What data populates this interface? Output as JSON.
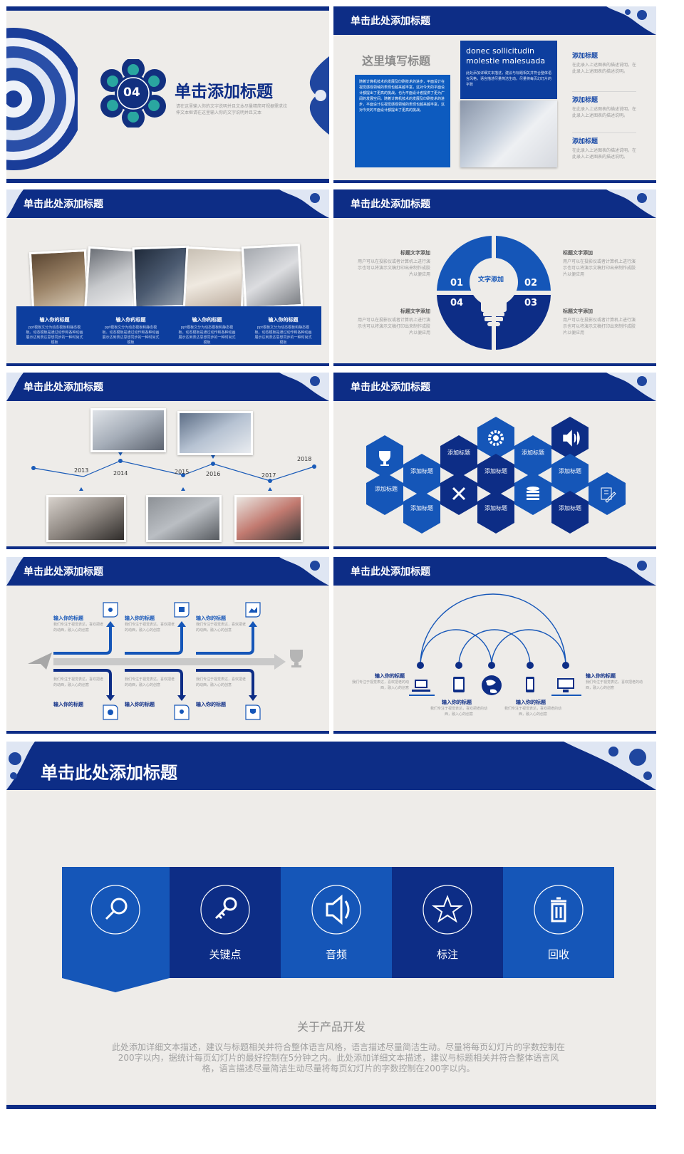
{
  "slide1": {
    "badge": "04",
    "title": "单击添加标题",
    "subtitle": "请在这里输入你的文字说明并且文本尽量精简可视据需求拉伸文本框请在这里输入你的文字说明并且文本"
  },
  "slide2": {
    "header": "单击此处添加标题",
    "big_title": "这里填写标题",
    "body": "随着计算机技术的发展及印刷技术的进步，平面设计在视觉感观领域的表现也越来越丰富，这对今天的平面设计都提出了更高的挑战，也为平面设计者提供了更为广阔的发展空间。随着计算机技术的发展及印刷技术的进步，平面设计在视觉感观领域的表现也越来越丰富，这对今天的平面设计都提出了更高的挑战。",
    "english": "donec sollicitudin molestie malesuada",
    "english_desc": "此处添加详细文本描述，建议与标题相关并符合整体语言风格，语言描述尽量简洁生动。尽量将每页幻灯片的字数",
    "items": [
      {
        "title": "添加标题",
        "desc": "在此录入上述图表的描述说明，在此录入上述图表的描述说明。"
      },
      {
        "title": "添加标题",
        "desc": "在此录入上述图表的描述说明，在此录入上述图表的描述说明。"
      },
      {
        "title": "添加标题",
        "desc": "在此录入上述图表的描述说明，在此录入上述图表的描述说明。"
      }
    ]
  },
  "slide3": {
    "header": "单击此处添加标题",
    "items": [
      {
        "title": "输入你的标题",
        "desc": "ppt模板文分为动态模板和静态模板。动态模板是通过动作和各种动画展示达到表达思想同步的一种时尚式模板"
      },
      {
        "title": "输入你的标题",
        "desc": "ppt模板文分为动态模板和静态模板。动态模板是通过动作和各种动画展示达到表达思想同步的一种时尚式模板"
      },
      {
        "title": "输入你的标题",
        "desc": "ppt模板文分为动态模板和静态模板。动态模板是通过动作和各种动画展示达到表达思想同步的一种时尚式模板"
      },
      {
        "title": "输入你的标题",
        "desc": "ppt模板文分为动态模板和静态模板。动态模板是通过动作和各种动画展示达到表达思想同步的一种时尚式模板"
      }
    ]
  },
  "slide4": {
    "header": "单击此处添加标题",
    "center": "文字添加",
    "nums": [
      "01",
      "02",
      "04",
      "03"
    ],
    "items": [
      {
        "title": "标题文字添加",
        "desc": "用户可以在投影仪或者计算机上进行演示也可以将演示文稿打印出来制作成胶片以便应用"
      },
      {
        "title": "标题文字添加",
        "desc": "用户可以在投影仪或者计算机上进行演示也可以将演示文稿打印出来制作成胶片以便应用"
      },
      {
        "title": "标题文字添加",
        "desc": "用户可以在投影仪或者计算机上进行演示也可以将演示文稿打印出来制作成胶片以便应用"
      },
      {
        "title": "标题文字添加",
        "desc": "用户可以在投影仪或者计算机上进行演示也可以将演示文稿打印出来制作成胶片以便应用"
      }
    ]
  },
  "slide5": {
    "header": "单击此处添加标题",
    "years": [
      "2013",
      "2014",
      "2015",
      "2016",
      "2017",
      "2018"
    ]
  },
  "slide6": {
    "header": "单击此处添加标题",
    "label": "添加标题",
    "icons": [
      "trophy-icon",
      "gear-icon",
      "speaker-icon",
      "tools-icon",
      "database-icon",
      "edit-icon"
    ]
  },
  "slide7": {
    "header": "单击此处添加标题",
    "label": "输入你的标题",
    "desc": "我们专注于视觉表达，喜欢把老的动西，融入心的创意"
  },
  "slide8": {
    "header": "单击此处添加标题",
    "label": "输入你的标题",
    "desc": "我们专注于视觉表达，喜欢把老的动西，融入心的创意"
  },
  "slide9": {
    "header": "单击此处添加标题",
    "boxes": [
      "",
      "关键点",
      "音频",
      "标注",
      "回收"
    ],
    "about_title": "关于产品开发",
    "about_desc": "此处添加详细文本描述，建议与标题相关并符合整体语言风格，语言描述尽量简洁生动。尽量将每页幻灯片的字数控制在200字以内，据统计每页幻灯片的最好控制在5分钟之内。此处添加详细文本描述，建议与标题相关并符合整体语言风格，语言描述尽量简洁生动尽量将每页幻灯片的字数控制在200字以内。"
  },
  "colors": {
    "navy": "#0d2d86",
    "blue": "#1556b8",
    "bg": "#eeece9"
  }
}
